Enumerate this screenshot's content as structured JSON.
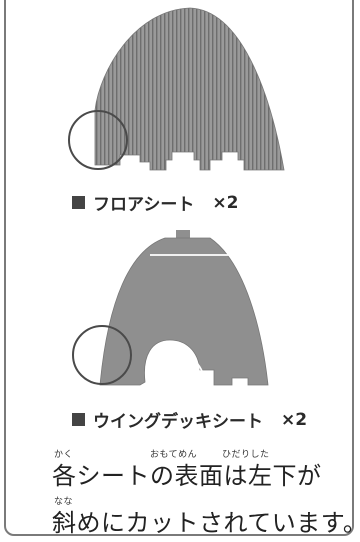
{
  "parts": [
    {
      "label": "フロアシート",
      "count": "×2"
    },
    {
      "label": "ウイングデッキシート",
      "count": "×2"
    }
  ],
  "description": {
    "line1": "各シートの表面は左下が",
    "line2": "斜めにカットされています。"
  },
  "ruby": {
    "kaku": "かく",
    "omotemen": "おもてめん",
    "hidarishita": "ひだりした",
    "naname": "なな"
  },
  "colors": {
    "sheet": "#8f8f8f",
    "stripe": "#7a7a7a",
    "outline": "#555555"
  }
}
